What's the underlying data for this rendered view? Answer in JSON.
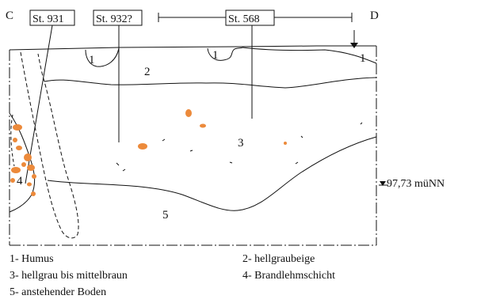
{
  "corners": {
    "left": "C",
    "right": "D"
  },
  "stellen": [
    {
      "label": "St. 931"
    },
    {
      "label": "St. 932?"
    },
    {
      "label": "St. 568"
    }
  ],
  "layer_numbers": {
    "humus_left": "1",
    "humus_mid": "1",
    "humus_right": "1",
    "layer2": "2",
    "layer3": "3",
    "layer4": "4",
    "layer5": "5"
  },
  "elevation": "97,73 müNN",
  "legend": [
    "1- Humus",
    "2- hellgraubeige",
    "3- hellgrau bis mittelbraun",
    "4- Brandlehmschicht",
    "5- anstehender Boden"
  ],
  "colors": {
    "line": "#111111",
    "brandlehm": "#ec8a3b"
  }
}
